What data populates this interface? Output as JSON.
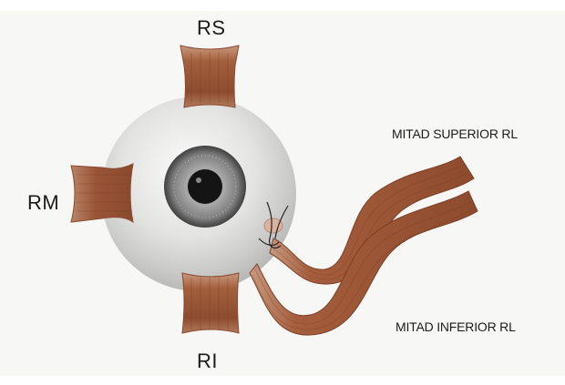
{
  "labels": {
    "rs": "RS",
    "rm": "RM",
    "ri": "RI",
    "upper_half": "MITAD SUPERIOR RL",
    "lower_half": "MITAD INFERIOR RL"
  },
  "colors": {
    "background": "#f7f7f6",
    "muscle": "#9a5436",
    "muscle_light": "#c58866",
    "eyeball": "#dcdcdb",
    "iris": "#8f8f8f",
    "pupil": "#141414"
  }
}
